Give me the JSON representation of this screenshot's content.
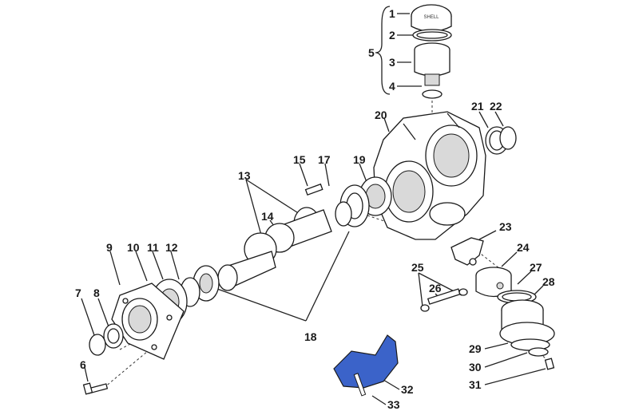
{
  "labels": {
    "l1": "1",
    "l2": "2",
    "l3": "3",
    "l4": "4",
    "l5": "5",
    "l6": "6",
    "l7": "7",
    "l8": "8",
    "l9": "9",
    "l10": "10",
    "l11": "11",
    "l12": "12",
    "l13": "13",
    "l14": "14",
    "l15": "15",
    "l17": "17",
    "l18": "18",
    "l19": "19",
    "l20": "20",
    "l21": "21",
    "l22": "22",
    "l23": "23",
    "l24": "24",
    "l25": "25",
    "l26": "26",
    "l27": "27",
    "l28": "28",
    "l29": "29",
    "l30": "30",
    "l31": "31",
    "l32": "32",
    "l33": "33"
  },
  "cap_text": "SHELL",
  "colors": {
    "line": "#1a1a1a",
    "highlight": "#3b63c9",
    "shade": "#d9d9d9"
  }
}
